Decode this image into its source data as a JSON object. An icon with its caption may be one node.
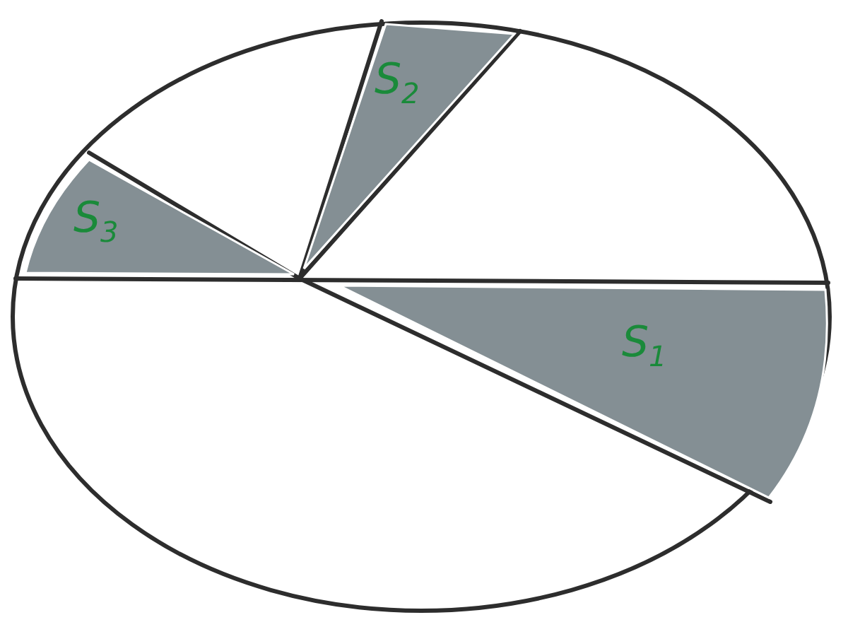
{
  "diagram": {
    "nodes": [
      {
        "text": [
          "S$_{1}$"
        ]
      },
      {
        "text": [
          "S$_{2}$"
        ]
      },
      {
        "text": [
          "S$_{3}$"
        ]
      }
    ]
  }
}
